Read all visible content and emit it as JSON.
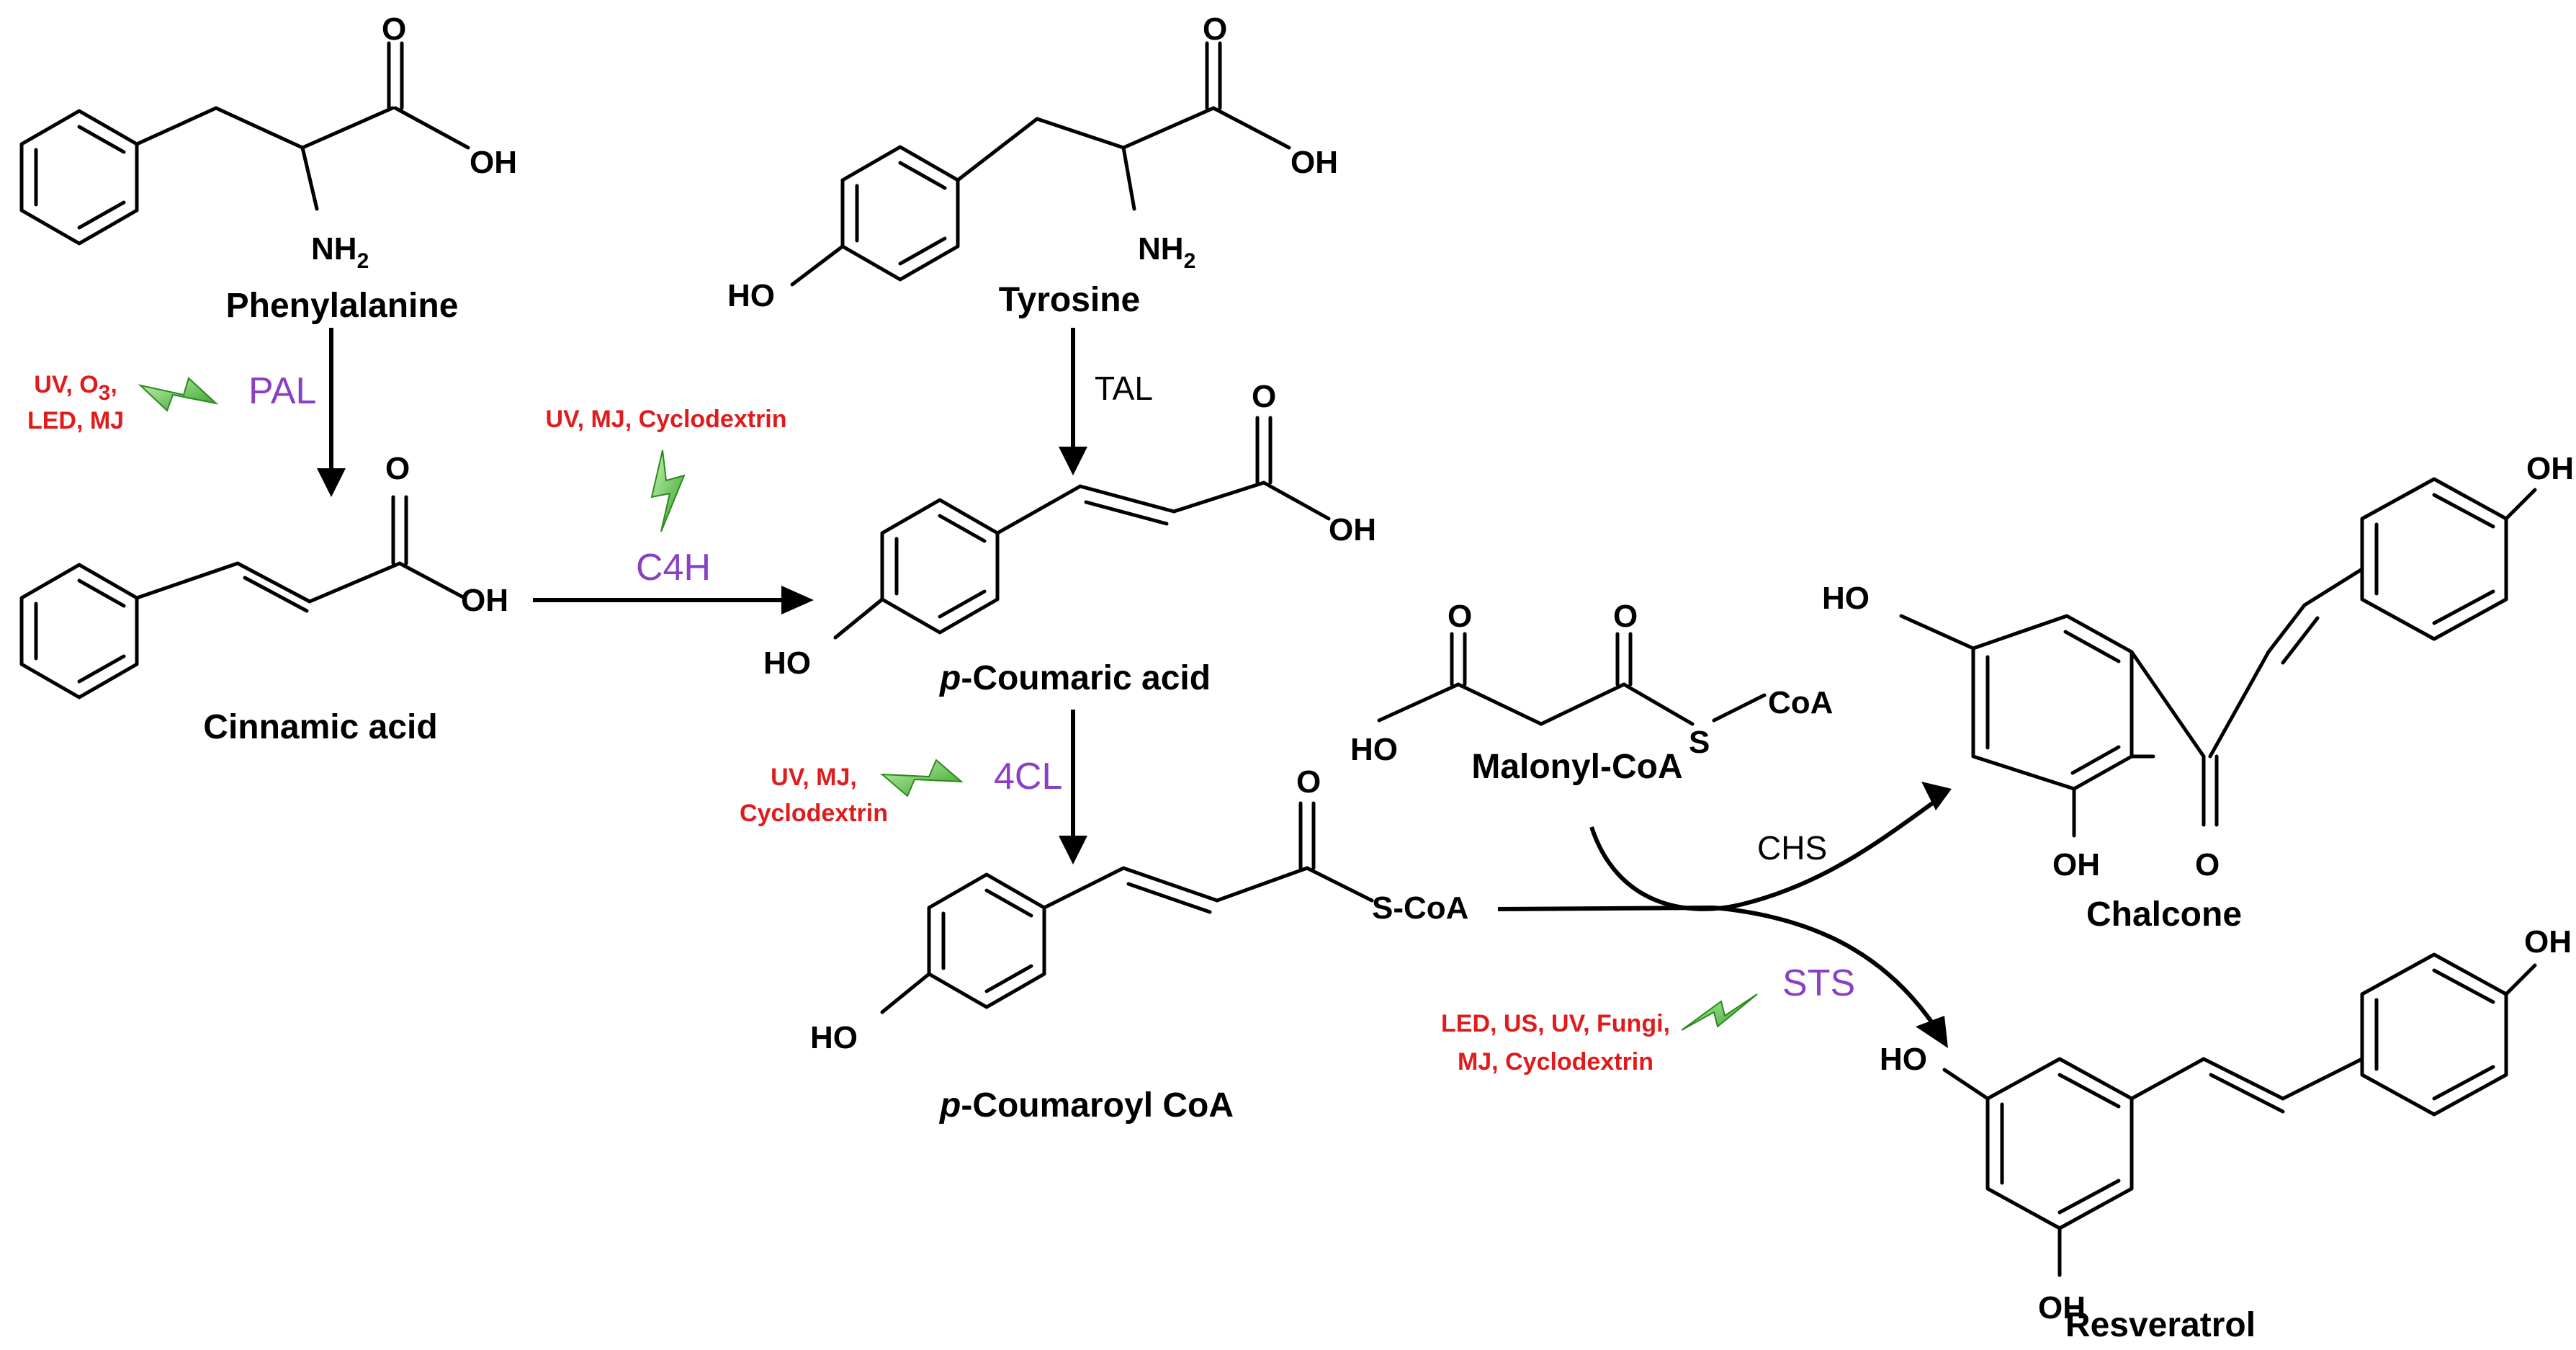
{
  "colors": {
    "enzyme_label": "#8a3fc4",
    "elicitor_text": "#e01b1b",
    "bolt_icon": "#5fd04a"
  },
  "compounds": {
    "phenylalanine": "Phenylalanine",
    "tyrosine": "Tyrosine",
    "cinnamic_acid": "Cinnamic acid",
    "p_coumaric_prefix": "p",
    "p_coumaric_rest": "-Coumaric acid",
    "p_coumaroyl_prefix": "p",
    "p_coumaroyl_rest": "-Coumaroyl CoA",
    "malonyl_coa": "Malonyl-CoA",
    "chalcone": "Chalcone",
    "resveratrol": "Resveratrol"
  },
  "atoms": {
    "O": "O",
    "OH": "OH",
    "HO": "HO",
    "NH": "NH",
    "nh_sub": "2",
    "S": "S",
    "CoA": "CoA",
    "S_CoA": "S-CoA"
  },
  "enzymes": {
    "pal": "PAL",
    "c4h": "C4H",
    "tal": "TAL",
    "fourcl": "4CL",
    "chs": "CHS",
    "sts": "STS"
  },
  "elicitors": {
    "pal_line1_a": "UV, O",
    "pal_line1_sub": "3",
    "pal_line1_b": ",",
    "pal_line2": "LED, MJ",
    "c4h": "UV, MJ, Cyclodextrin",
    "fourcl_line1": "UV, MJ,",
    "fourcl_line2": "Cyclodextrin",
    "sts_line1": "LED, US, UV, Fungi,",
    "sts_line2": "MJ, Cyclodextrin"
  },
  "icons": [
    "bolt-icon"
  ]
}
